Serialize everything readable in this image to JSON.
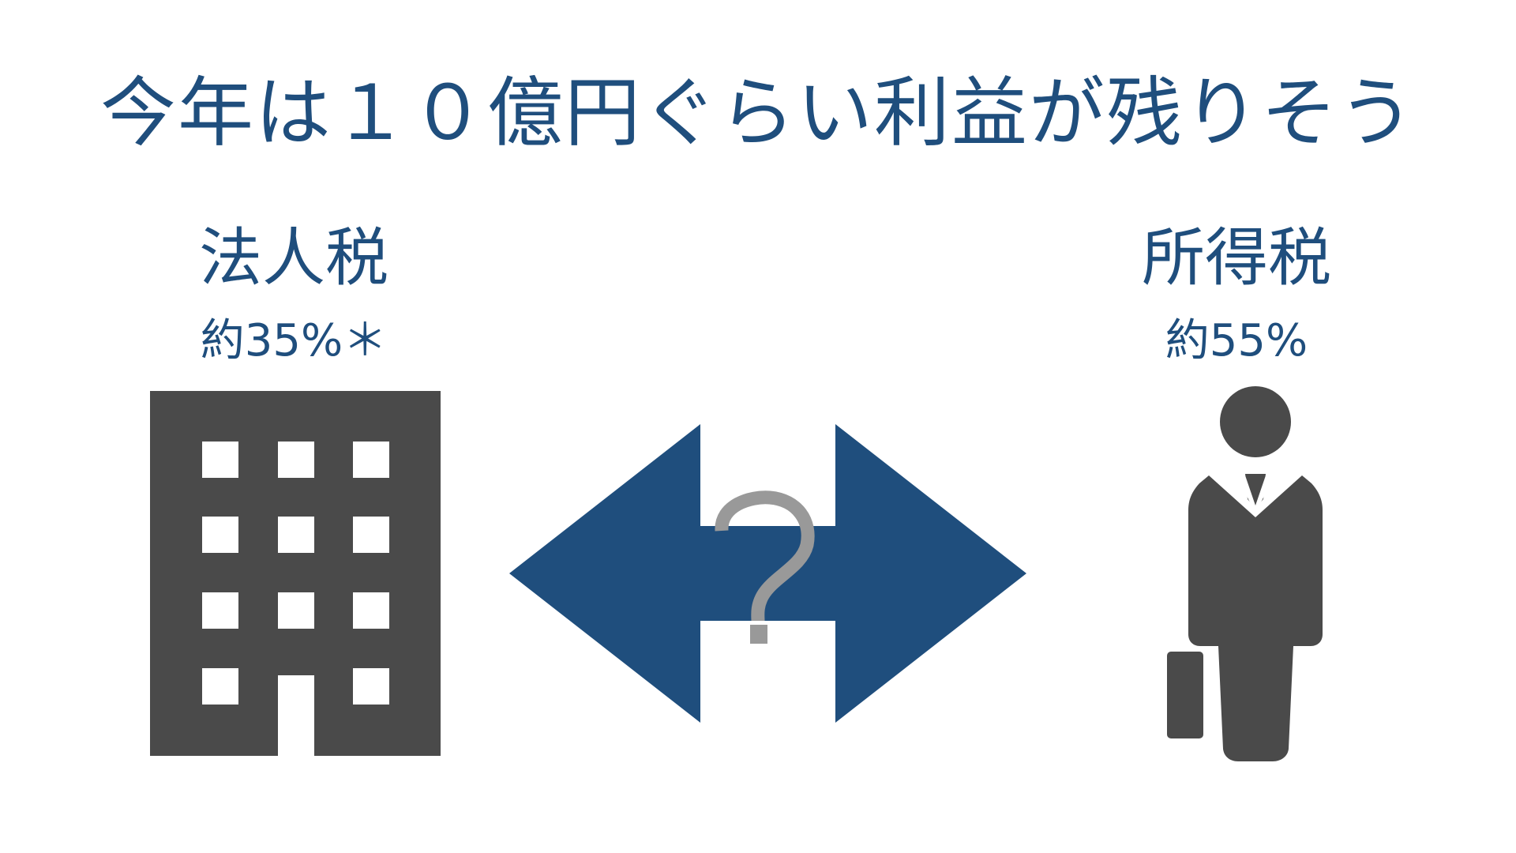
{
  "slide": {
    "title": "今年は１０億円ぐらい利益が残りそう"
  },
  "left": {
    "label": "法人税",
    "rate": "約35%＊",
    "icon": "office-building-icon"
  },
  "right": {
    "label": "所得税",
    "rate": "約55%",
    "icon": "businessman-icon"
  },
  "center": {
    "icon": "double-arrow-icon",
    "mark": "?"
  },
  "colors": {
    "accent": "#1f4e7d",
    "icon_dark": "#4a4a4a",
    "question": "#999999",
    "background": "#ffffff"
  }
}
